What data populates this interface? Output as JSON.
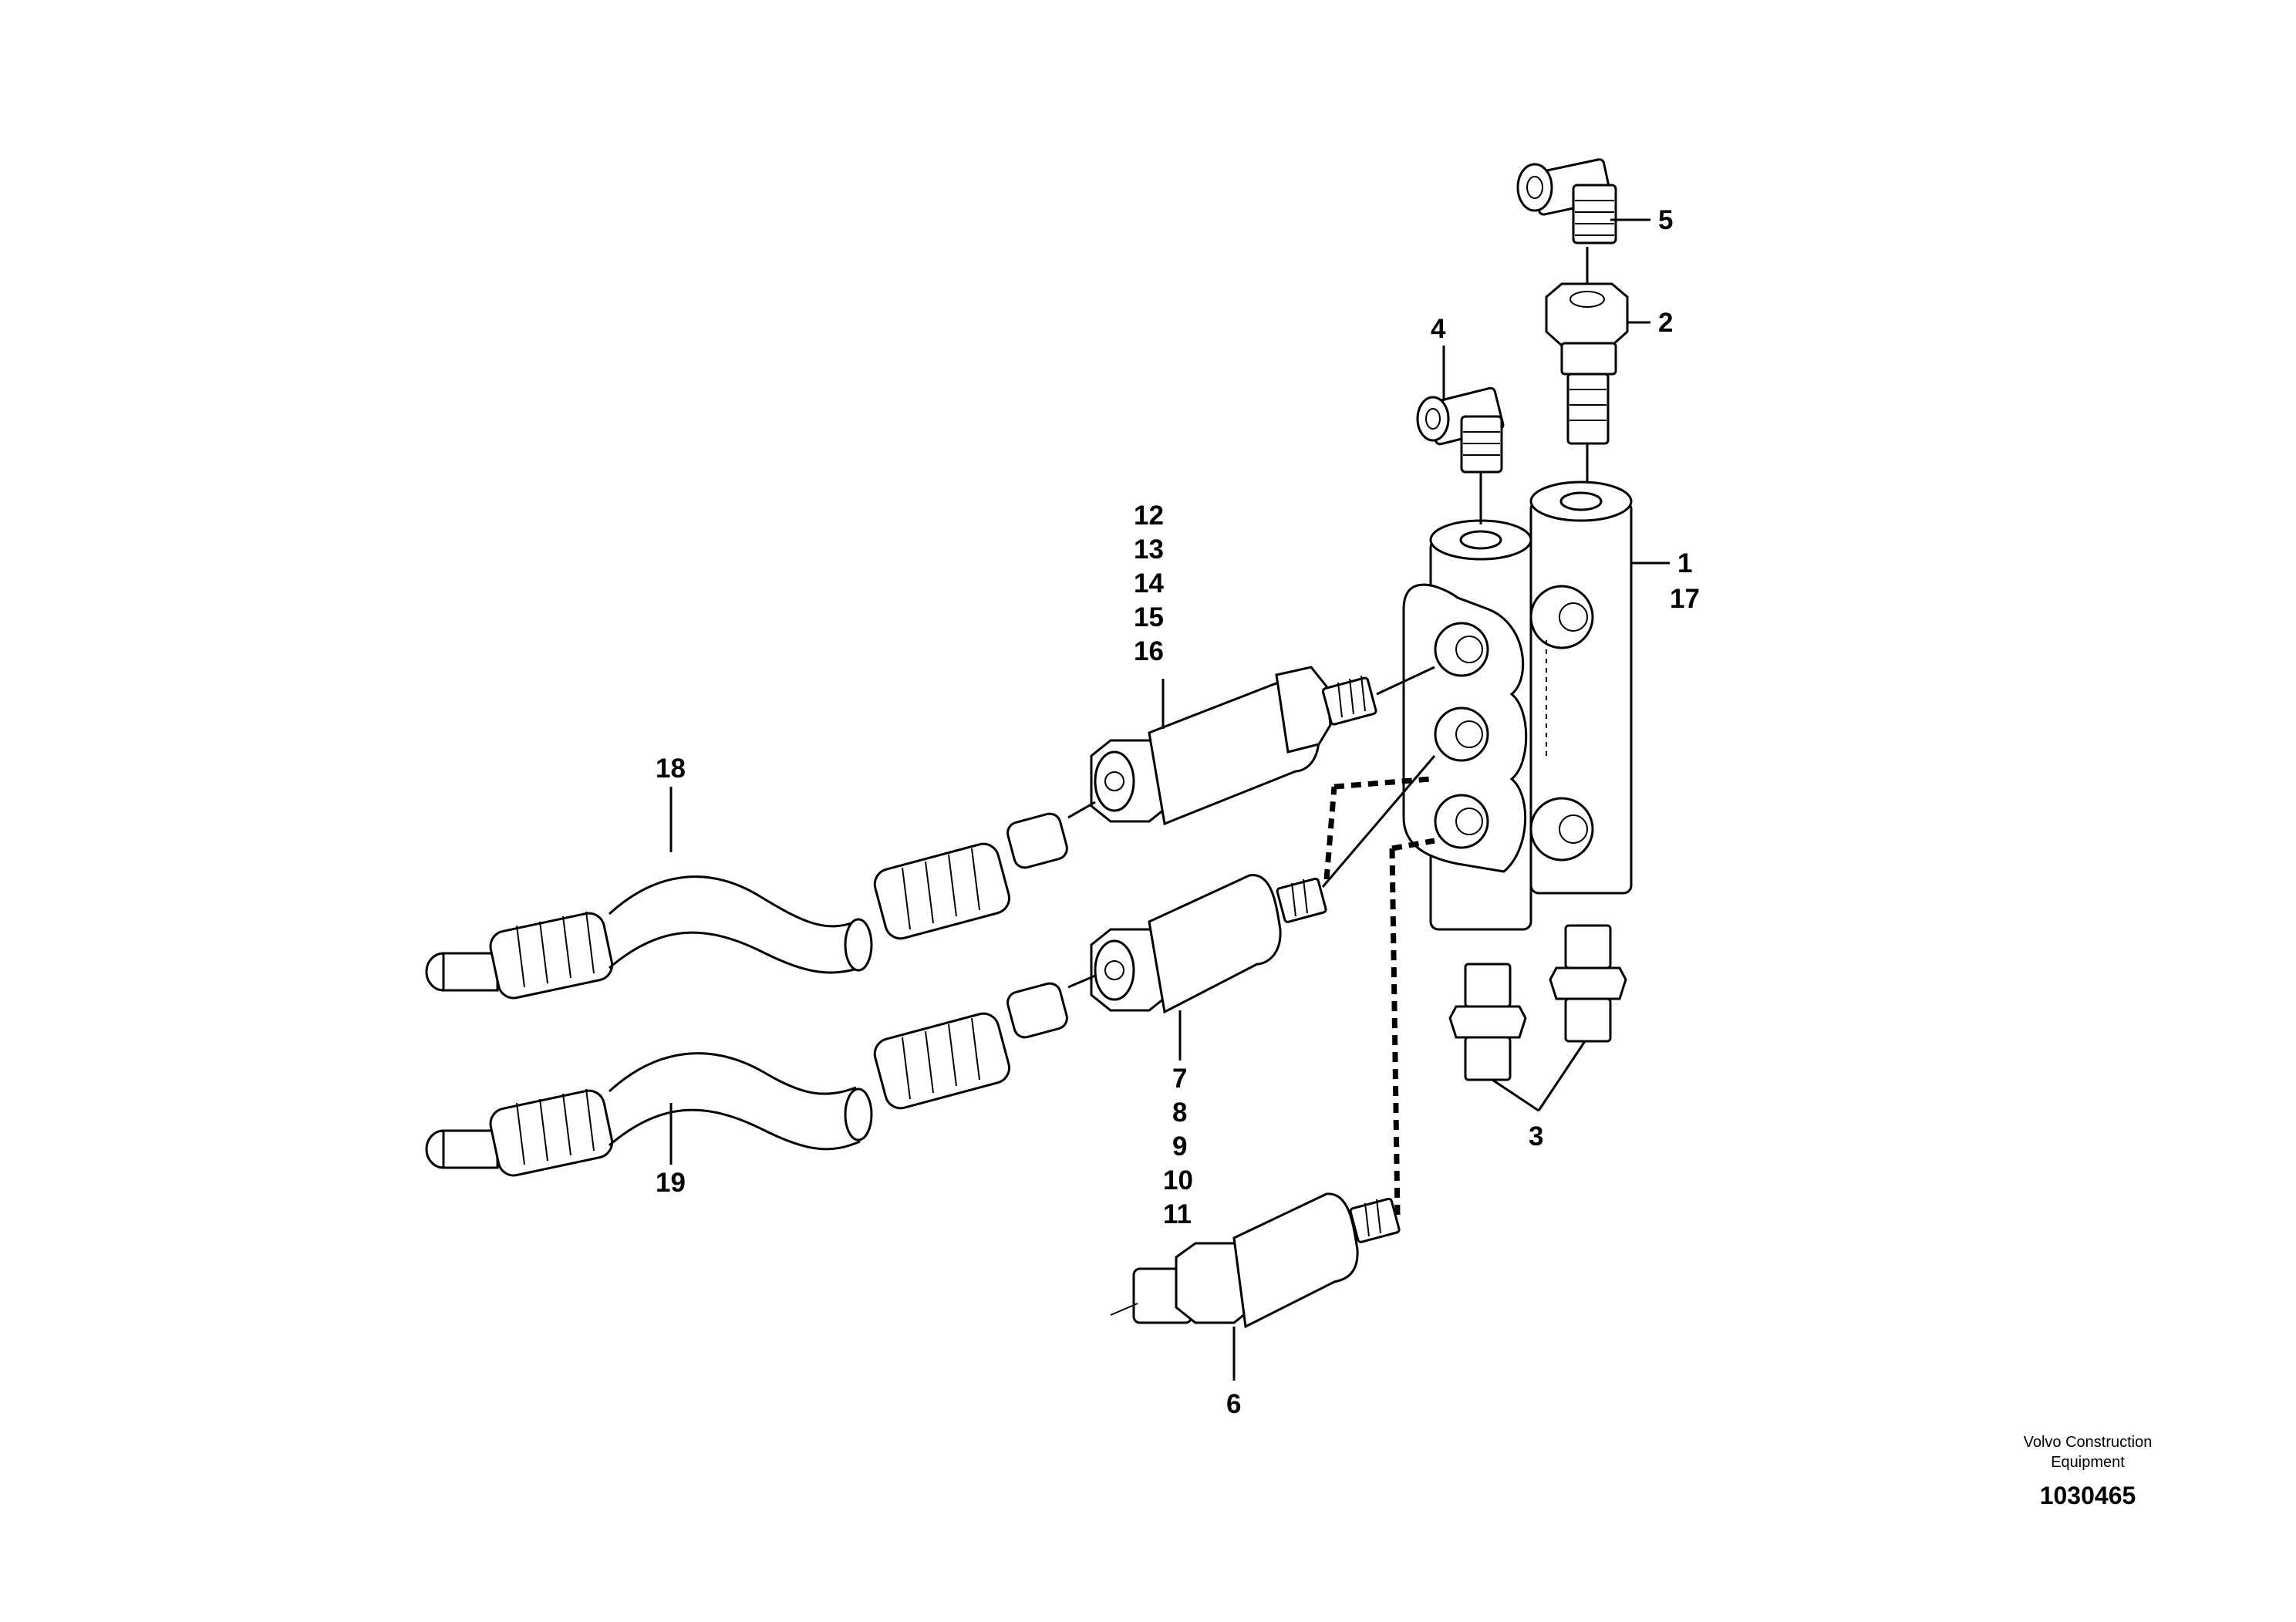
{
  "labels": {
    "p1": "1",
    "p17": "17",
    "p2": "2",
    "p3": "3",
    "p4": "4",
    "p5": "5",
    "p6": "6",
    "p7": "7",
    "p8": "8",
    "p9": "9",
    "p10": "10",
    "p11": "11",
    "p12": "12",
    "p13": "13",
    "p14": "14",
    "p15": "15",
    "p16": "16",
    "p18": "18",
    "p19": "19"
  },
  "footer": {
    "company_line1": "Volvo Construction",
    "company_line2": "Equipment",
    "figure_number": "1030465"
  }
}
